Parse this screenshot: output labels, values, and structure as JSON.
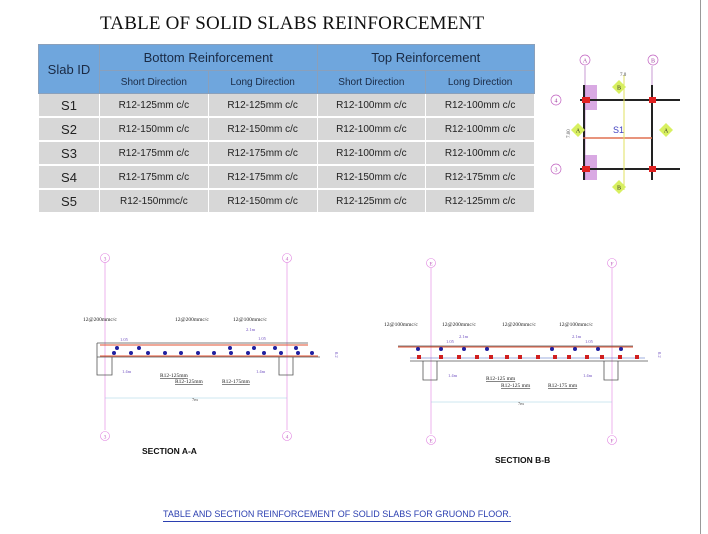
{
  "title": "TABLE OF SOLID SLABS REINFORCEMENT",
  "table": {
    "slab_id": "Slab ID",
    "bottom": "Bottom Reinforcement",
    "top": "Top Reinforcement",
    "short": "Short Direction",
    "long": "Long Direction",
    "rows": [
      [
        "S1",
        "R12-125mm c/c",
        "R12-125mm c/c",
        "R12-100mm c/c",
        "R12-100mm c/c"
      ],
      [
        "S2",
        "R12-150mm c/c",
        "R12-150mm c/c",
        "R12-100mm c/c",
        "R12-100mm c/c"
      ],
      [
        "S3",
        "R12-175mm c/c",
        "R12-175mm c/c",
        "R12-100mm c/c",
        "R12-100mm c/c"
      ],
      [
        "S4",
        "R12-175mm c/c",
        "R12-175mm c/c",
        "R12-150mm c/c",
        "R12-175mm c/c"
      ],
      [
        "S5",
        "R12-150mmc/c",
        "R12-150mm c/c",
        "R12-125mm c/c",
        "R12-125mm c/c"
      ]
    ]
  },
  "plan": {
    "grid_a": "A",
    "grid_b": "B",
    "grid_4": "4",
    "grid_3": "3",
    "dim_x": "7.0",
    "dim_y": "7.00",
    "slab": "S1",
    "sec_a": "A",
    "sec_b": "B"
  },
  "section_aa": {
    "label": "SECTION A-A",
    "grid_left": "3",
    "grid_right": "4",
    "t1": "12@200mmc/c",
    "t2": "12@200mmc/c",
    "t3": "12@100mmc/c",
    "d1": "1.05",
    "d2": "2.1m",
    "d3": "1.05",
    "b1": "R12-125mm",
    "b2": "R12-125mm",
    "b3": "R12-175mm",
    "l1": "1.4m",
    "l2": "1.4m",
    "span": "7m",
    "thk": "0.2"
  },
  "section_bb": {
    "label": "SECTION B-B",
    "grid_left": "E",
    "grid_right": "F",
    "t1": "12@100mmc/c",
    "t2": "12@200mmc/c",
    "t3": "12@200mmc/c",
    "t4": "12@100mmc/c",
    "d1": "2.1m",
    "d2": "1.05",
    "d3": "2.1m",
    "d4": "1.05",
    "b1": "R12-125 mm",
    "b2": "R12-125 mm",
    "b3": "R12-175 mm",
    "l1": "1.4m",
    "l2": "1.4m",
    "span": "7m",
    "thk": "0.2"
  },
  "caption": "TABLE AND SECTION REINFORCEMENT OF SOLID SLABS FOR GRUOND  FLOOR."
}
